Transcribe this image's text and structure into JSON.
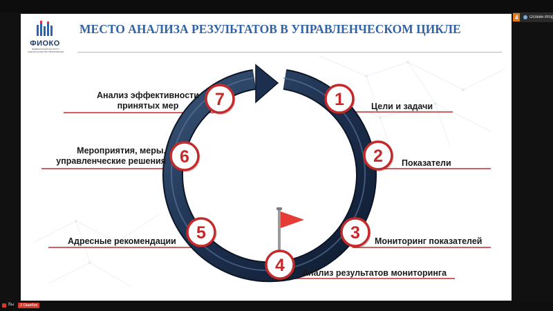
{
  "window": {
    "self_view": {
      "badge": "4",
      "name": "Осокин Игорь В"
    },
    "taskbar": {
      "app_label": "Вы",
      "tag": "2 Ошибок"
    }
  },
  "slide": {
    "title": "МЕСТО АНАЛИЗА РЕЗУЛЬТАТОВ В УПРАВЛЕНЧЕСКОМ ЦИКЛЕ",
    "logo": {
      "name": "ФИОКО",
      "subtitle_line1": "ФЕДЕРАЛЬНЫЙ ИНСТИТУТ",
      "subtitle_line2": "ОЦЕНКИ КАЧЕСТВА ОБРАЗОВАНИЯ"
    },
    "steps": [
      {
        "number": "1",
        "label": "Цели и задачи"
      },
      {
        "number": "2",
        "label": "Показатели"
      },
      {
        "number": "3",
        "label": "Мониторинг показателей"
      },
      {
        "number": "4",
        "label": "Анализ результатов мониторинга"
      },
      {
        "number": "5",
        "label": "Адресные рекомендации"
      },
      {
        "number": "6",
        "label_line1": "Мероприятия, меры,",
        "label_line2": "управленческие решения"
      },
      {
        "number": "7",
        "label_line1": "Анализ эффективности",
        "label_line2": "принятых мер"
      }
    ]
  },
  "colors": {
    "accent_red": "#c42a2a",
    "ring_navy": "#1c2f4e",
    "title_blue": "#2f62a6"
  }
}
